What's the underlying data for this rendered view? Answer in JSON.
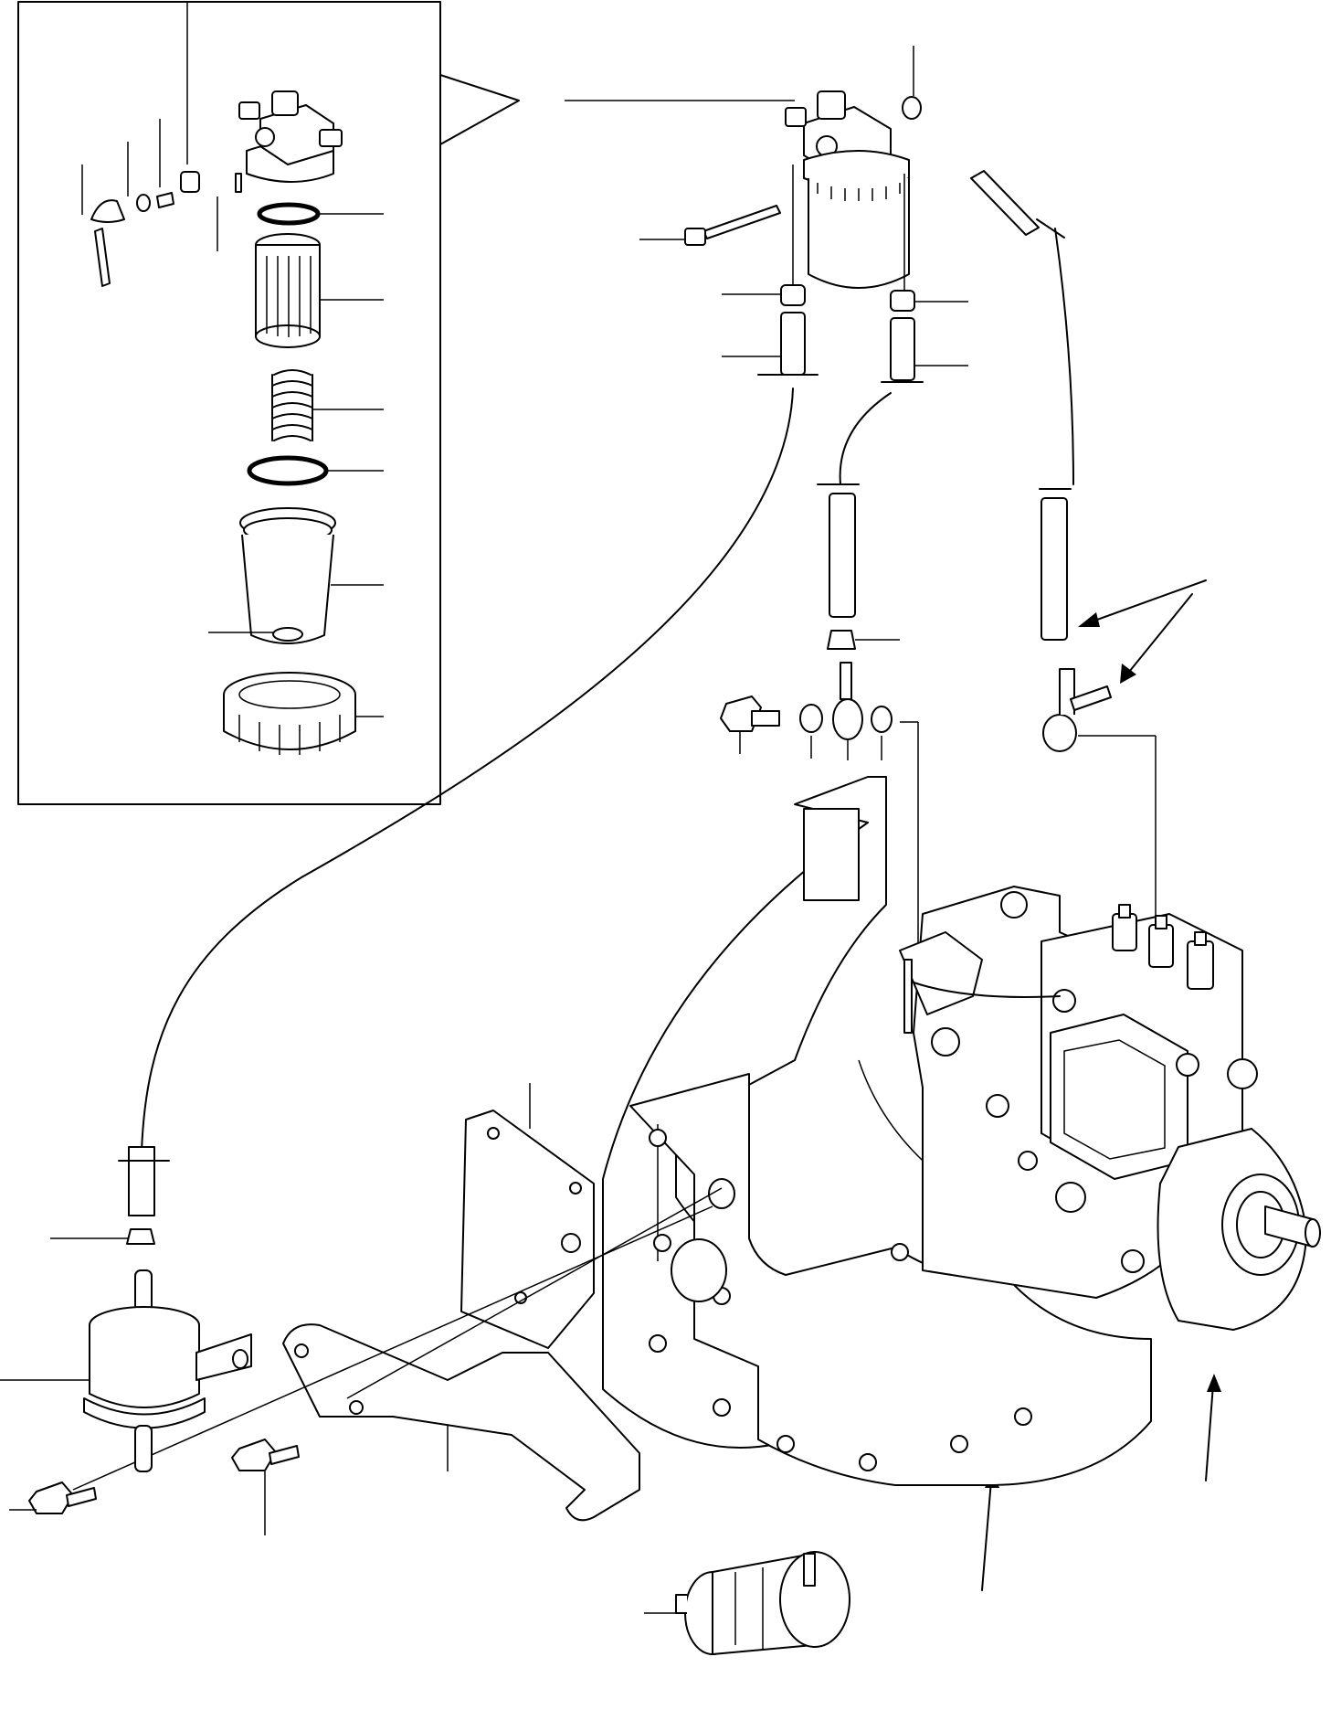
{
  "figure": {
    "kind": "exploded parts diagram",
    "line_color": "#000000",
    "background": "#ffffff",
    "text_labels": []
  },
  "parts": [
    "fuel-filter-assembly",
    "fuel-filter-detail-box",
    "fuel-injection-pump",
    "gear-housing",
    "mounting-bracket",
    "fuel-strainer",
    "fuel-pump-feed"
  ]
}
